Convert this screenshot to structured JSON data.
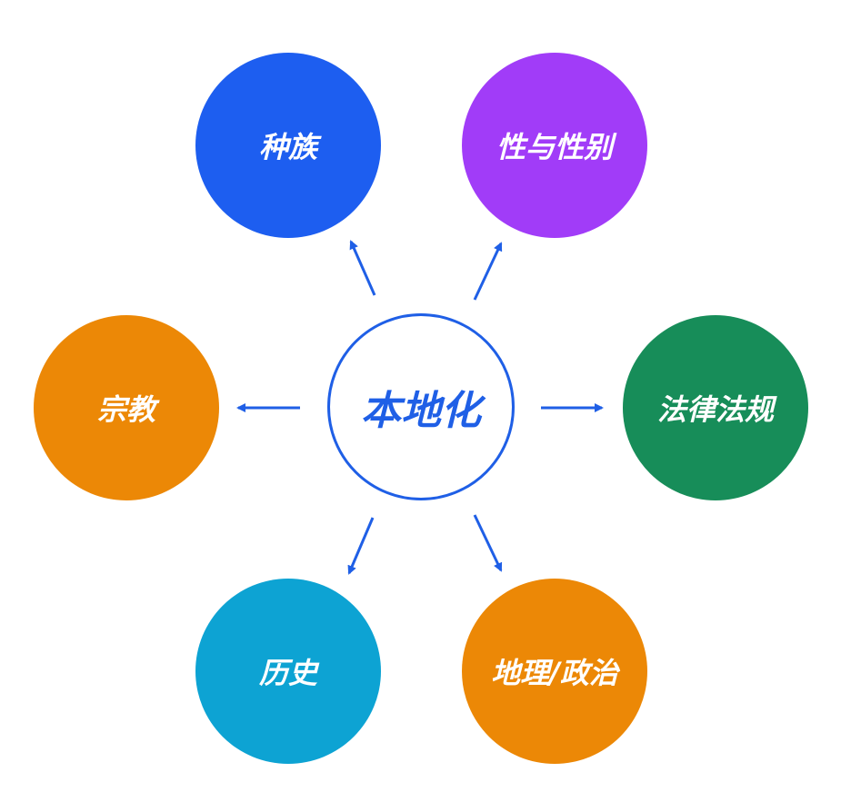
{
  "center": {
    "label": "本地化",
    "color": "#1f5fe6"
  },
  "nodes": [
    {
      "key": "race",
      "label": "种族",
      "color": "#1d5ef0"
    },
    {
      "key": "gender",
      "label": "性与性别",
      "color": "#a13cf8"
    },
    {
      "key": "religion",
      "label": "宗教",
      "color": "#ec8806"
    },
    {
      "key": "law",
      "label": "法律法规",
      "color": "#178d59"
    },
    {
      "key": "history",
      "label": "历史",
      "color": "#0da3d3"
    },
    {
      "key": "geopolitics",
      "label": "地理/政治",
      "color": "#ec8806"
    }
  ],
  "arrow_color": "#1f5fe6"
}
